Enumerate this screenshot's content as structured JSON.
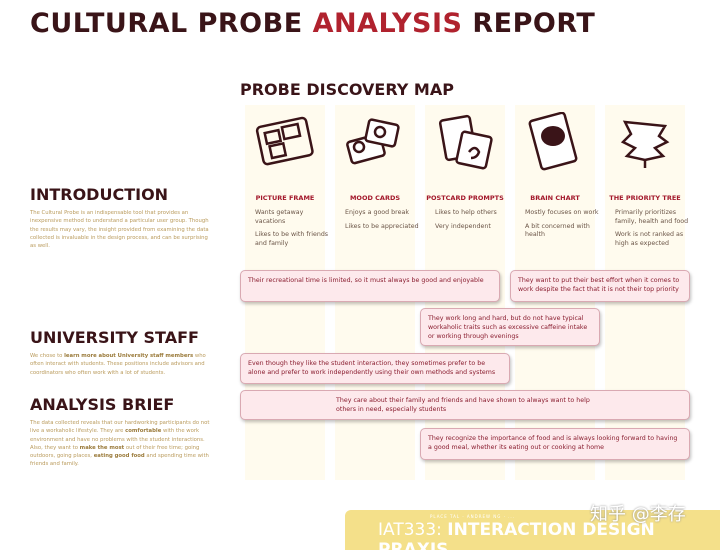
{
  "title": {
    "part1": "CULTURAL PROBE ",
    "accent": "ANALYSIS",
    "part2": " REPORT"
  },
  "map_title": "PROBE DISCOVERY MAP",
  "columns": [
    {
      "name": "PICTURE FRAME",
      "icon": "picture-frame-icon",
      "notes": [
        "Wants getaway vacations",
        "Likes to be with friends and family"
      ]
    },
    {
      "name": "MOOD CARDS",
      "icon": "mood-cards-icon",
      "notes": [
        "Enjoys a good break",
        "Likes to be appreciated"
      ]
    },
    {
      "name": "POSTCARD PROMPTS",
      "icon": "postcard-icon",
      "notes": [
        "Likes to help others",
        "Very independent"
      ]
    },
    {
      "name": "BRAIN CHART",
      "icon": "brain-chart-icon",
      "notes": [
        "Mostly focuses on work",
        "A bit concerned with health"
      ]
    },
    {
      "name": "THE PRIORITY TREE",
      "icon": "tree-icon",
      "notes": [
        "Primarily prioritizes family, health and food",
        "Work is not ranked as high as expected"
      ]
    }
  ],
  "sections": {
    "intro": {
      "heading": "INTRODUCTION",
      "body": "The Cultural Probe is an indispensable tool that provides an inexpensive method to understand a particular user group. Though the results may vary, the insight provided from examining the data collected is invaluable in the design process, and can be surprising as well."
    },
    "staff": {
      "heading": "UNIVERSITY STAFF",
      "body1": "We chose to ",
      "bold1": "learn more about University staff members",
      "body2": " who often interact with students. These positions include advisors and coordinators who often work with a lot of students."
    },
    "brief": {
      "heading": "ANALYSIS BRIEF",
      "b1": "The data collected reveals that our hardworking participants do not live a workaholic lifestyle. They are ",
      "k1": "comfortable",
      "b2": " with the work environment and have no problems with the student interactions. Also, they want to ",
      "k2": "make the most",
      "b3": " out of their free time; going outdoors, going places, ",
      "k3": "eating good food",
      "b4": " and spending time with friends and family."
    }
  },
  "insights": [
    "Their recreational time is limited, so it must always be good and enjoyable",
    "They want to put their best effort when it comes to work despite the fact that it is not their top priority",
    "They work long and hard, but do not have typical workaholic traits such as excessive caffeine intake or working through evenings",
    "Even though they like the student interaction, they sometimes prefer to be alone and prefer to work independently using their own methods and systems",
    "They care about their family and friends and have shown to always want to help others in need, especially students",
    "They recognize the importance of food and is always looking forward to having a good meal, whether its eating out or cooking at home"
  ],
  "footer": {
    "subtitle": "PLACE TAL · ANDREW NG · ...",
    "course": "IAT333: ",
    "course_bold": "INTERACTION DESIGN PRAXIS"
  },
  "watermark": "知乎 @李存",
  "colors": {
    "dark": "#3a1418",
    "accent": "#b0222e",
    "note_bg": "#fde9ec",
    "footer": "#f4e08a"
  }
}
